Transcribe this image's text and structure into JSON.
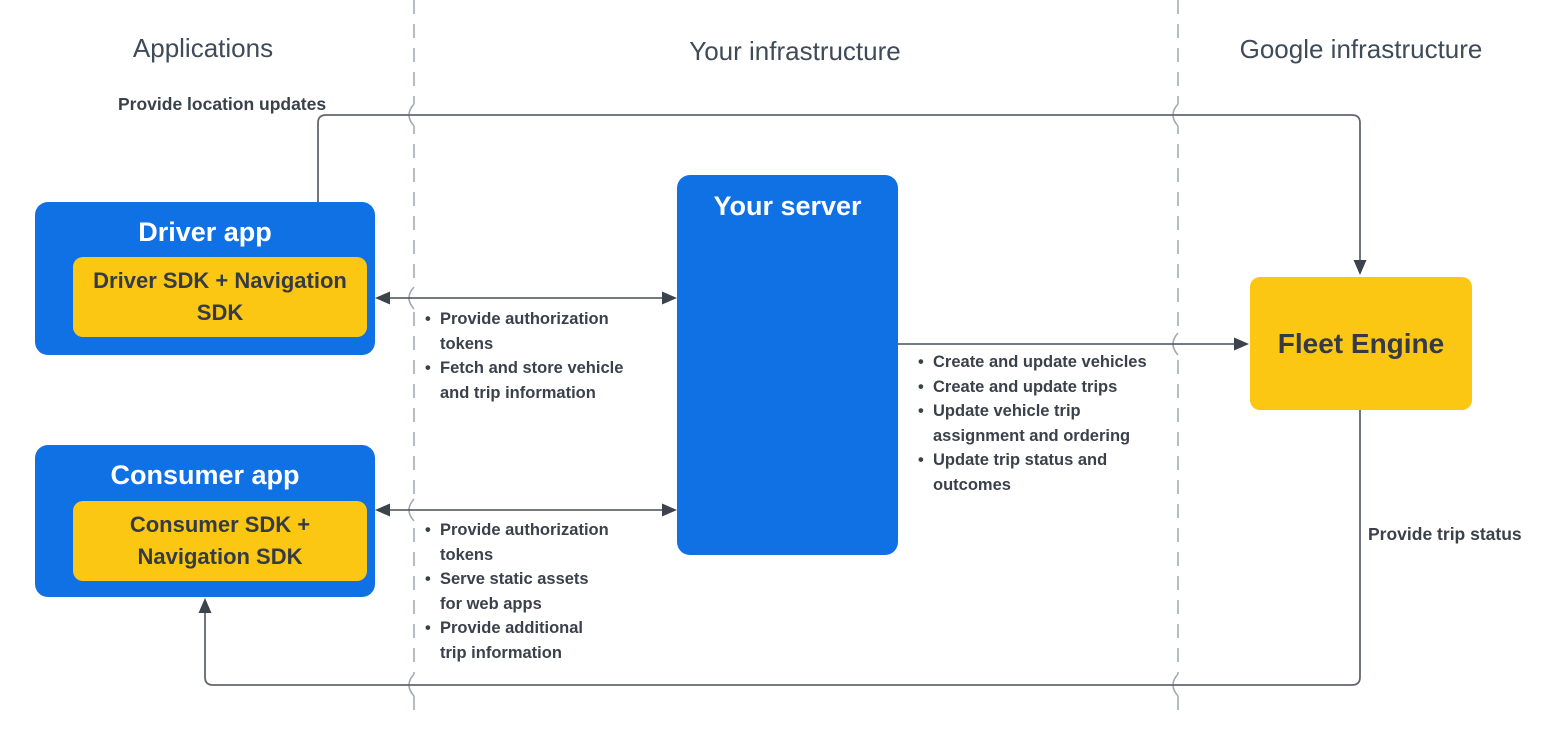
{
  "columns": {
    "applications": "Applications",
    "your_infrastructure": "Your infrastructure",
    "google_infrastructure": "Google infrastructure"
  },
  "nodes": {
    "driver_app": {
      "title": "Driver app",
      "sdk": "Driver SDK + Navigation SDK"
    },
    "consumer_app": {
      "title": "Consumer app",
      "sdk": "Consumer SDK + Navigation SDK"
    },
    "your_server": {
      "title": "Your server"
    },
    "fleet_engine": {
      "title": "Fleet Engine"
    }
  },
  "edges": {
    "location_updates": {
      "label": "Provide location updates"
    },
    "trip_status": {
      "label": "Provide trip status"
    },
    "driver_to_server": {
      "items": [
        "Provide authorization\ntokens",
        "Fetch and store vehicle\nand trip information"
      ]
    },
    "consumer_to_server": {
      "items": [
        "Provide authorization\ntokens",
        "Serve static assets\nfor web apps",
        "Provide additional\ntrip information"
      ]
    },
    "server_to_fleet": {
      "items": [
        "Create and update vehicles",
        "Create and update trips",
        "Update vehicle trip\nassignment and ordering",
        "Update trip status and\noutcomes"
      ]
    }
  },
  "colors": {
    "box_blue": "#1071e5",
    "box_yellow": "#fcc713",
    "header_text": "#3f4b58",
    "label_text": "#3a414b",
    "connector": "#62686f",
    "divider_dash": "#b6bcc4"
  }
}
